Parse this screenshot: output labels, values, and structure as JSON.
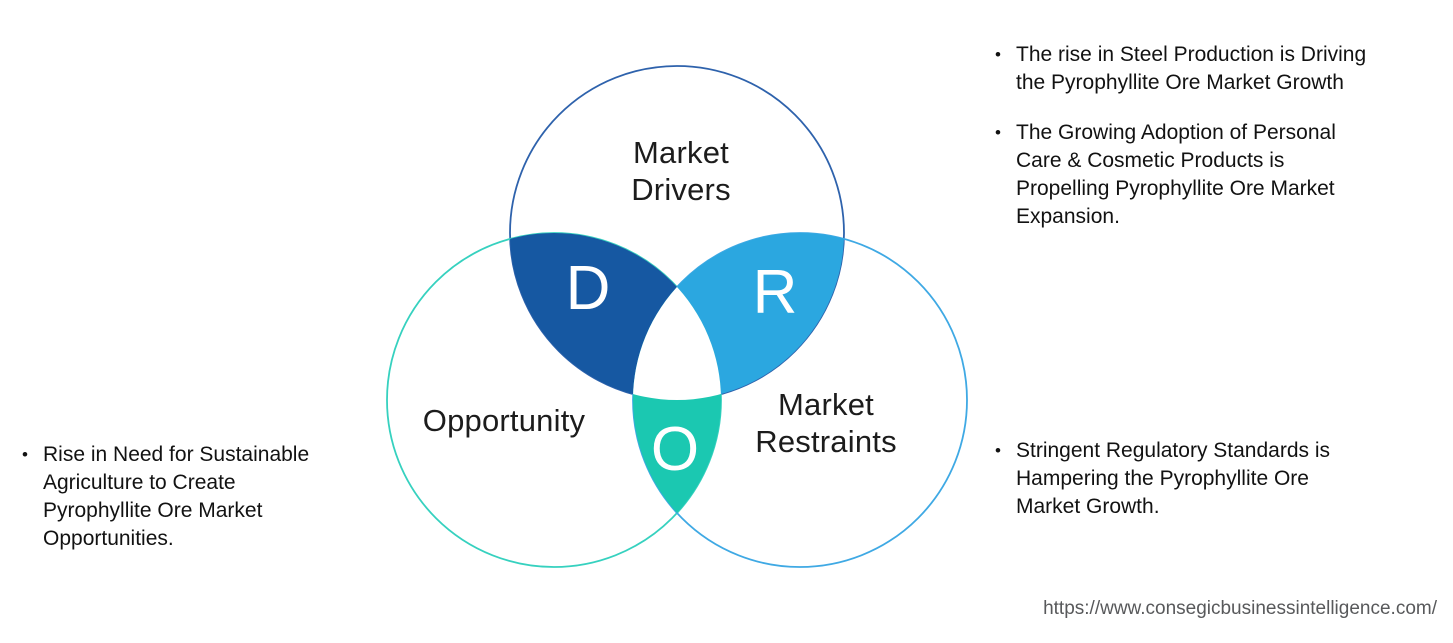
{
  "venn": {
    "drivers": {
      "label": "Market\nDrivers",
      "letter": "D",
      "fill": "#1658A2",
      "stroke": "#2E62AC"
    },
    "opportunity": {
      "label": "Opportunity",
      "letter": "O",
      "fill": "#1BC8B1",
      "stroke": "#36D1BF"
    },
    "restraints": {
      "label": "Market\nRestraints",
      "letter": "R",
      "fill": "#2BA7E0",
      "stroke": "#3FA9E4"
    },
    "center_fill": "#FFFFFF"
  },
  "bullets": {
    "marker": "•"
  },
  "notes": {
    "drivers": [
      "The rise in Steel Production is Driving\nthe Pyrophyllite Ore Market Growth",
      "The Growing Adoption of Personal\nCare & Cosmetic Products is\nPropelling Pyrophyllite Ore Market\nExpansion."
    ],
    "opportunity": [
      "Rise in Need for Sustainable\nAgriculture to Create\nPyrophyllite Ore Market\nOpportunities."
    ],
    "restraints": [
      "Stringent Regulatory Standards is\nHampering the Pyrophyllite Ore\nMarket Growth."
    ]
  },
  "footer": {
    "url": "https://www.consegicbusinessintelligence.com/"
  }
}
